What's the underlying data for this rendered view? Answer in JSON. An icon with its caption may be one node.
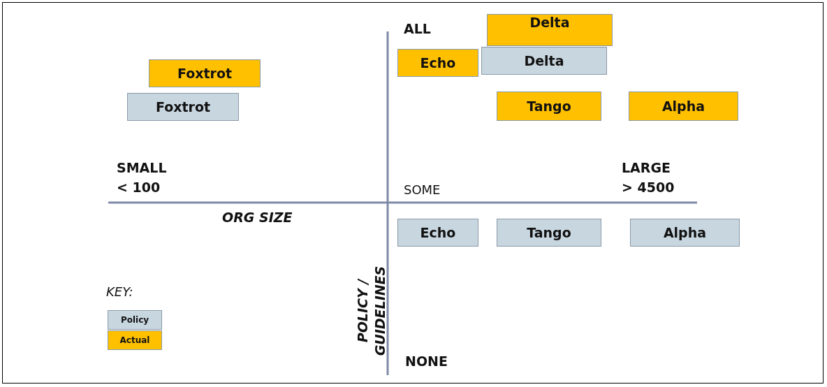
{
  "diagram": {
    "nodes": [
      {
        "text": [
          "Foxtrot"
        ]
      },
      {
        "text": [
          "Foxtrot"
        ]
      },
      {
        "text": [
          "Echo"
        ]
      },
      {
        "text": [
          "Delta"
        ]
      },
      {
        "text": [
          "Delta"
        ]
      },
      {
        "text": [
          "Tango"
        ]
      },
      {
        "text": [
          "Alpha"
        ]
      },
      {
        "text": [
          "Echo"
        ]
      },
      {
        "text": [
          "Tango"
        ]
      },
      {
        "text": [
          "Alpha"
        ]
      }
    ],
    "labels": [
      "ALL",
      "SMALL",
      "< 100",
      "LARGE",
      "> 4500",
      "SOME",
      "ORG SIZE",
      "POLICY / GUIDELINES",
      "KEY:",
      "NONE"
    ],
    "legend": [
      {
        "text": "Policy",
        "color": "#c8d6e0"
      },
      {
        "text": "Actual",
        "color": "#ffc000"
      }
    ]
  }
}
